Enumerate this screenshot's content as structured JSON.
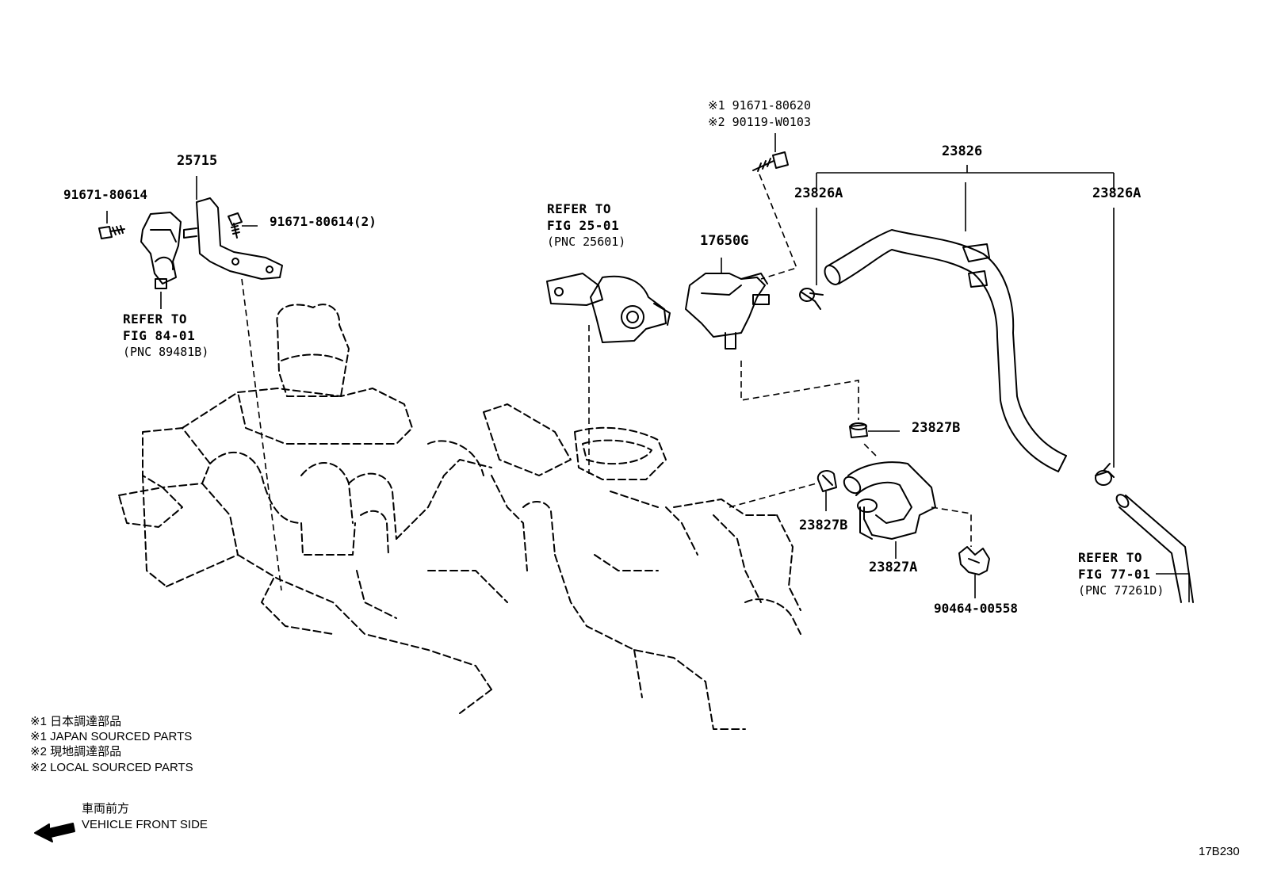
{
  "labels": {
    "bolt_top_1": "※1 91671-80620",
    "bolt_top_2": "※2 90119-W0103",
    "p25715": "25715",
    "p91671_80614": "91671-80614",
    "p91671_80614_2": "91671-80614(2)",
    "ref84_1": "REFER TO",
    "ref84_2": "FIG 84-01",
    "ref84_3": "(PNC 89481B)",
    "ref25_1": "REFER TO",
    "ref25_2": "FIG 25-01",
    "ref25_3": "(PNC 25601)",
    "p17650G": "17650G",
    "p23826": "23826",
    "p23826A_left": "23826A",
    "p23826A_right": "23826A",
    "p23827B_top": "23827B",
    "p23827B_bottom": "23827B",
    "p23827A": "23827A",
    "p90464": "90464-00558",
    "ref77_1": "REFER TO",
    "ref77_2": "FIG 77-01",
    "ref77_3": "(PNC 77261D)"
  },
  "notes": {
    "line1": "※1  日本調達部品",
    "line2": "※1  JAPAN SOURCED PARTS",
    "line3": "※2  現地調達部品",
    "line4": "※2  LOCAL SOURCED PARTS"
  },
  "direction": {
    "jp": "車両前方",
    "en": "VEHICLE FRONT SIDE"
  },
  "figure_id": "17B230"
}
